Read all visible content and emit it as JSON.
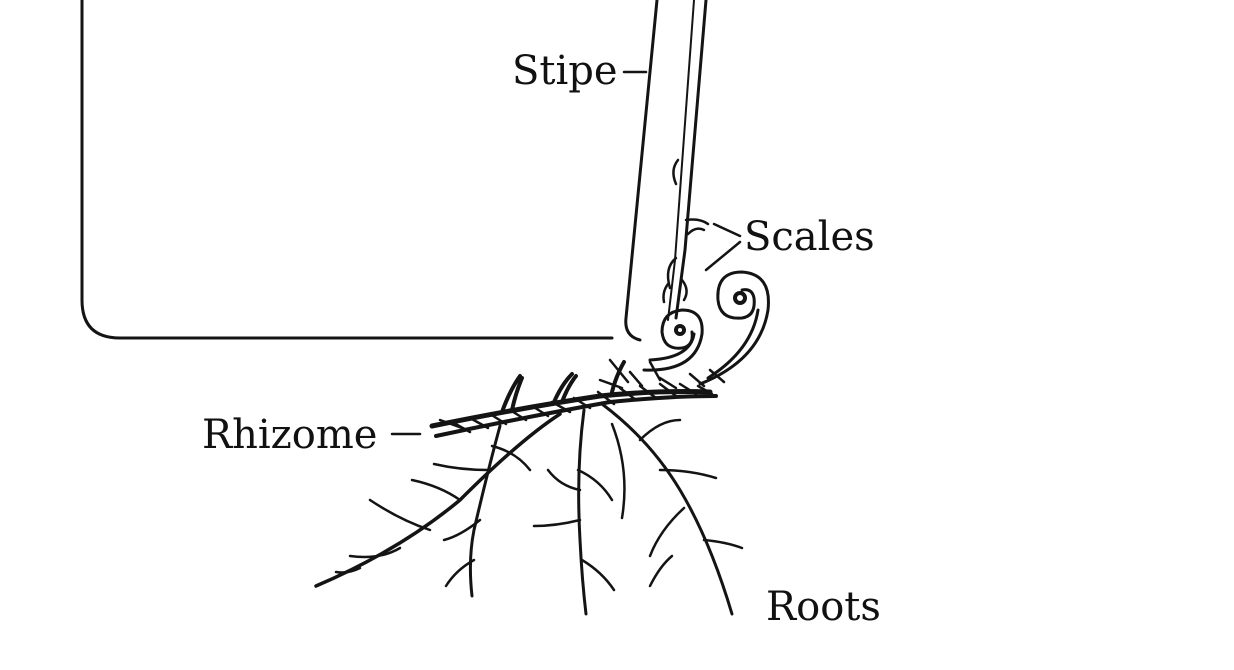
{
  "diagram": {
    "labels": {
      "stipe": "Stipe",
      "scales": "Scales",
      "rhizome": "Rhizome",
      "roots": "Roots"
    },
    "colors": {
      "ink": "#141414",
      "background": "#ffffff"
    }
  }
}
